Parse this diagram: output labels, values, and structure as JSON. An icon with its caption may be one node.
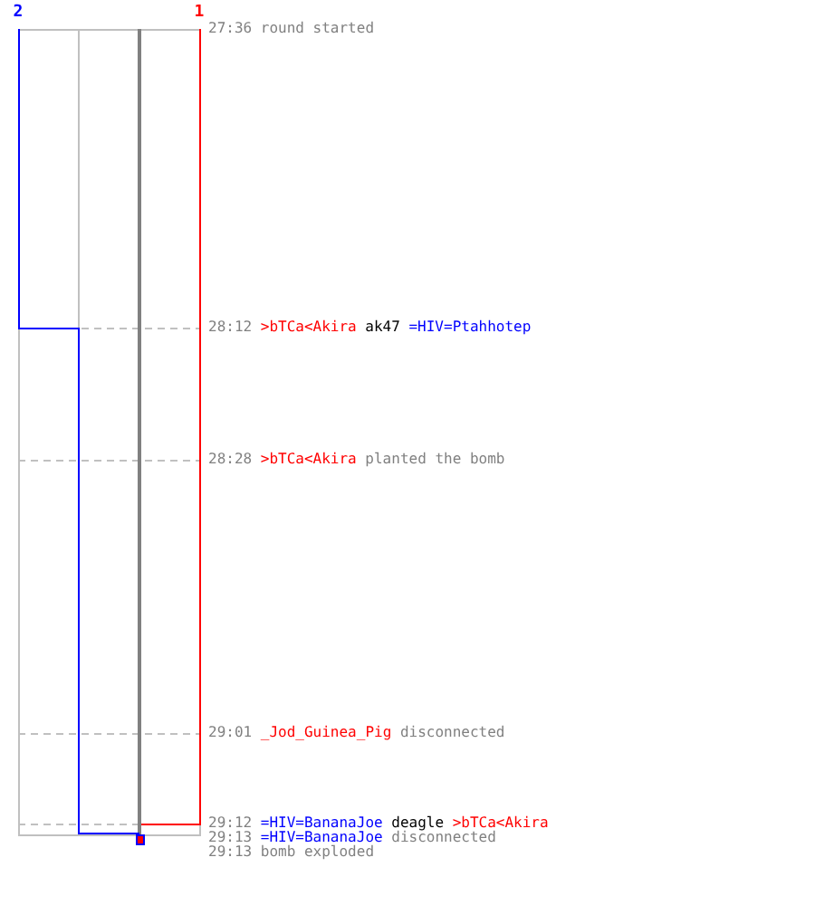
{
  "diagram": {
    "labels": [
      "2",
      "1",
      "27:36",
      "round started",
      "28:12",
      ">bTCa<Akira",
      "ak47",
      "=HIV=Ptahhotep",
      "28:28",
      ">bTCa<Akira",
      "planted the bomb",
      "29:01",
      "_Jod_Guinea_Pig",
      "disconnected",
      "29:12",
      "=HIV=BananaJoe",
      "deagle",
      ">bTCa<Akira",
      "29:13",
      "=HIV=BananaJoe",
      "disconnected",
      "29:13",
      "bomb exploded"
    ]
  }
}
